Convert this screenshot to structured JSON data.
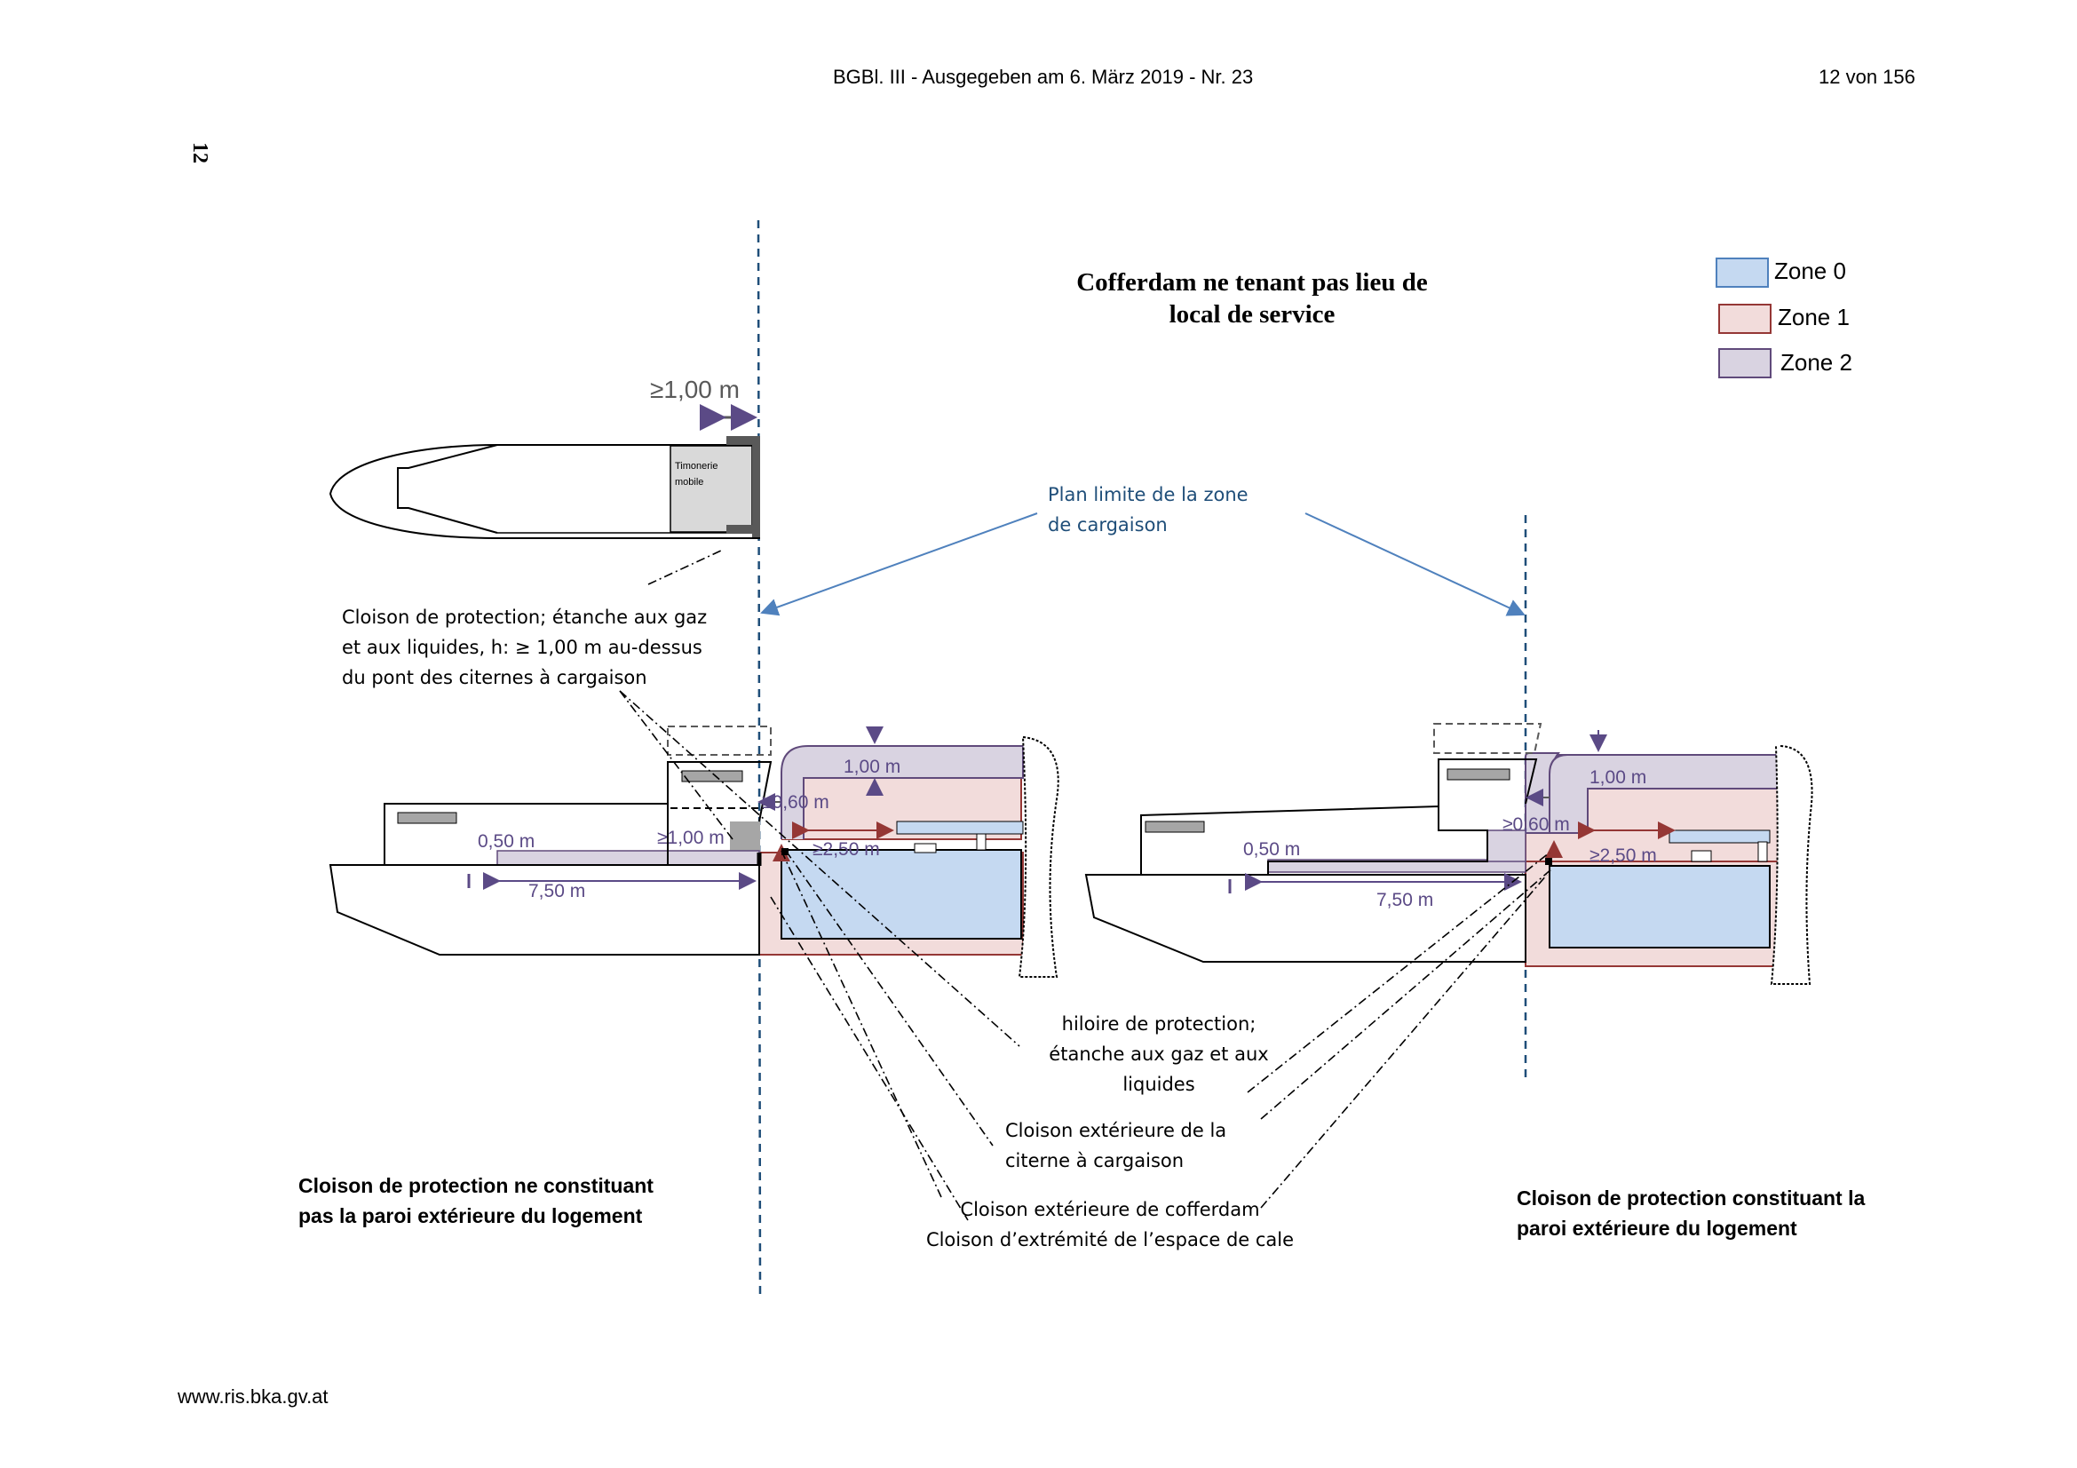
{
  "header": {
    "publication": "BGBl. III - Ausgegeben am 6. März 2019 - Nr. 23",
    "page_of": "12 von 156",
    "side_page_number": "12"
  },
  "footer": {
    "url": "www.ris.bka.gv.at"
  },
  "diagram": {
    "title_line1": "Cofferdam ne tenant pas lieu de",
    "title_line2": "local de service",
    "legend": [
      {
        "label": "Zone 0",
        "fill": "#c5d9f1",
        "stroke": "#4f81bd"
      },
      {
        "label": "Zone 1",
        "fill": "#f2dcdb",
        "stroke": "#953735"
      },
      {
        "label": "Zone 2",
        "fill": "#d9d3e1",
        "stroke": "#604a7b"
      }
    ],
    "plan_label_line1": "Plan limite de la zone",
    "plan_label_line2": "de cargaison",
    "top_dimension": "≥1,00 m",
    "wheelhouse_line1": "Timonerie",
    "wheelhouse_line2": "mobile",
    "protection_bulkhead": [
      "Cloison de protection; étanche aux gaz",
      "et aux liquides, h: ≥ 1,00 m au-dessus",
      "du pont des citernes à cargaison"
    ],
    "coaming": [
      "hiloire de protection;",
      "étanche aux gaz et aux",
      "liquides"
    ],
    "tank_wall": [
      "Cloison extérieure de la",
      "citerne à cargaison"
    ],
    "cofferdam_wall": [
      "Cloison extérieure de cofferdam",
      "Cloison d’extrémité de l’espace de cale"
    ],
    "left_caption": [
      "Cloison de protection ne constituant",
      "pas la paroi extérieure du logement"
    ],
    "right_caption": [
      "Cloison de protection constituant la",
      "paroi extérieure du logement"
    ],
    "dims_left": {
      "d050": "0,50 m",
      "d100a": "≥1,00 m",
      "d060": "≥0,60 m",
      "d100b": "1,00 m",
      "d250": "≥2,50 m",
      "d750": "7,50 m"
    },
    "dims_right": {
      "d050": "0,50 m",
      "d060": "≥0,60 m",
      "d100b": "1,00 m",
      "d250": "≥2,50 m",
      "d750": "7,50 m"
    }
  }
}
